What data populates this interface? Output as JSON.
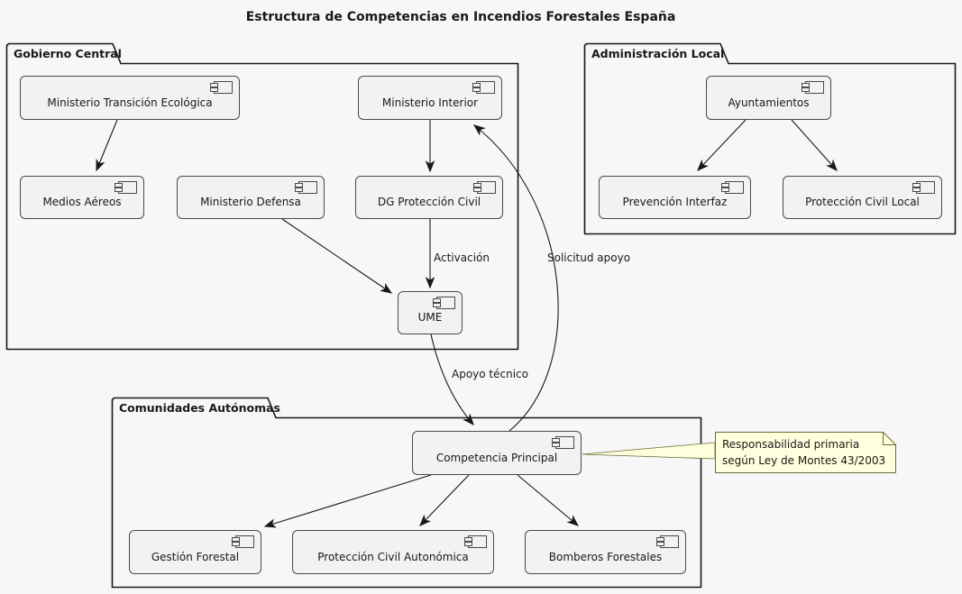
{
  "title": "Estructura de Competencias en Incendios Forestales España",
  "packages": [
    {
      "name": "Gobierno Central",
      "components": [
        {
          "label": "Ministerio Transición Ecológica"
        },
        {
          "label": "Ministerio Interior"
        },
        {
          "label": "Medios Aéreos"
        },
        {
          "label": "Ministerio Defensa"
        },
        {
          "label": "DG Protección Civil"
        },
        {
          "label": "UME"
        }
      ]
    },
    {
      "name": "Administración Local",
      "components": [
        {
          "label": "Ayuntamientos"
        },
        {
          "label": "Prevención Interfaz"
        },
        {
          "label": "Protección Civil Local"
        }
      ]
    },
    {
      "name": "Comunidades Autónomas",
      "components": [
        {
          "label": "Competencia Principal"
        },
        {
          "label": "Gestión Forestal"
        },
        {
          "label": "Protección Civil Autonómica"
        },
        {
          "label": "Bomberos Forestales"
        }
      ]
    }
  ],
  "edges": {
    "activacion": "Activación",
    "solicitud_apoyo": "Solicitud apoyo",
    "apoyo_tecnico": "Apoyo técnico"
  },
  "note": {
    "line1": "Responsabilidad primaria",
    "line2": "según Ley de Montes 43/2003"
  },
  "icons": {
    "component_icon": "uml-component",
    "note_icon": "folded-corner-note"
  },
  "colors": {
    "background": "#f7f7f7",
    "component_fill": "#f2f2f2",
    "component_border": "#4a4a4a",
    "package_border": "#181818",
    "arrow": "#181818",
    "note_fill": "#feffdd",
    "note_border": "#6b6b35"
  }
}
